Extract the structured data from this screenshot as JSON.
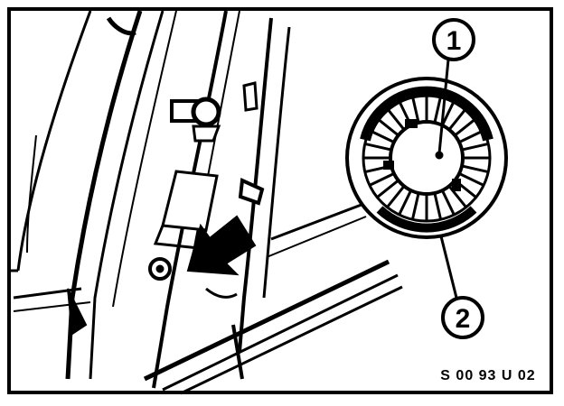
{
  "callouts": [
    {
      "number": "1"
    },
    {
      "number": "2"
    }
  ],
  "reference_code": "S 00 93 U 02",
  "colors": {
    "ink": "#000000",
    "paper": "#ffffff"
  }
}
